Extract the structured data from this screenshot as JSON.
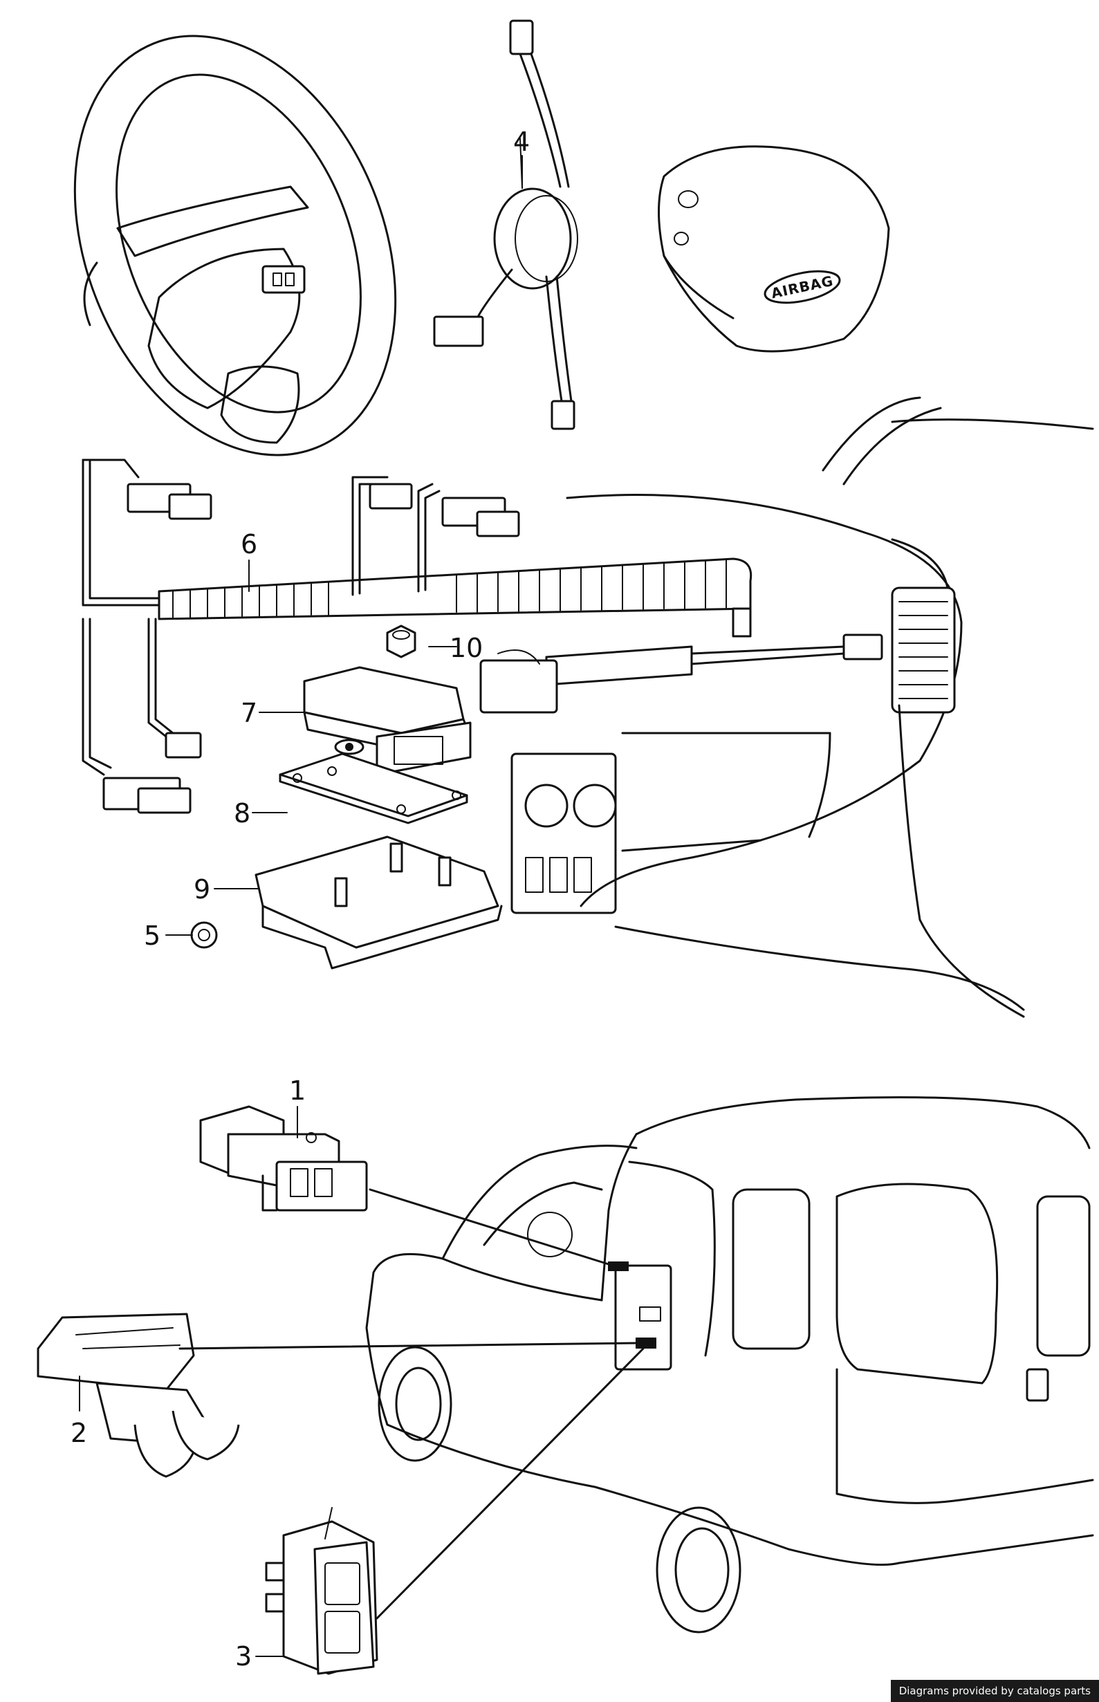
{
  "diagram": {
    "callouts": [
      "1",
      "2",
      "3",
      "4",
      "5",
      "6",
      "7",
      "8",
      "9",
      "10"
    ],
    "airbag_emboss": "AIRBAG"
  },
  "footer": {
    "credit": "Diagrams provided by catalogs parts"
  }
}
